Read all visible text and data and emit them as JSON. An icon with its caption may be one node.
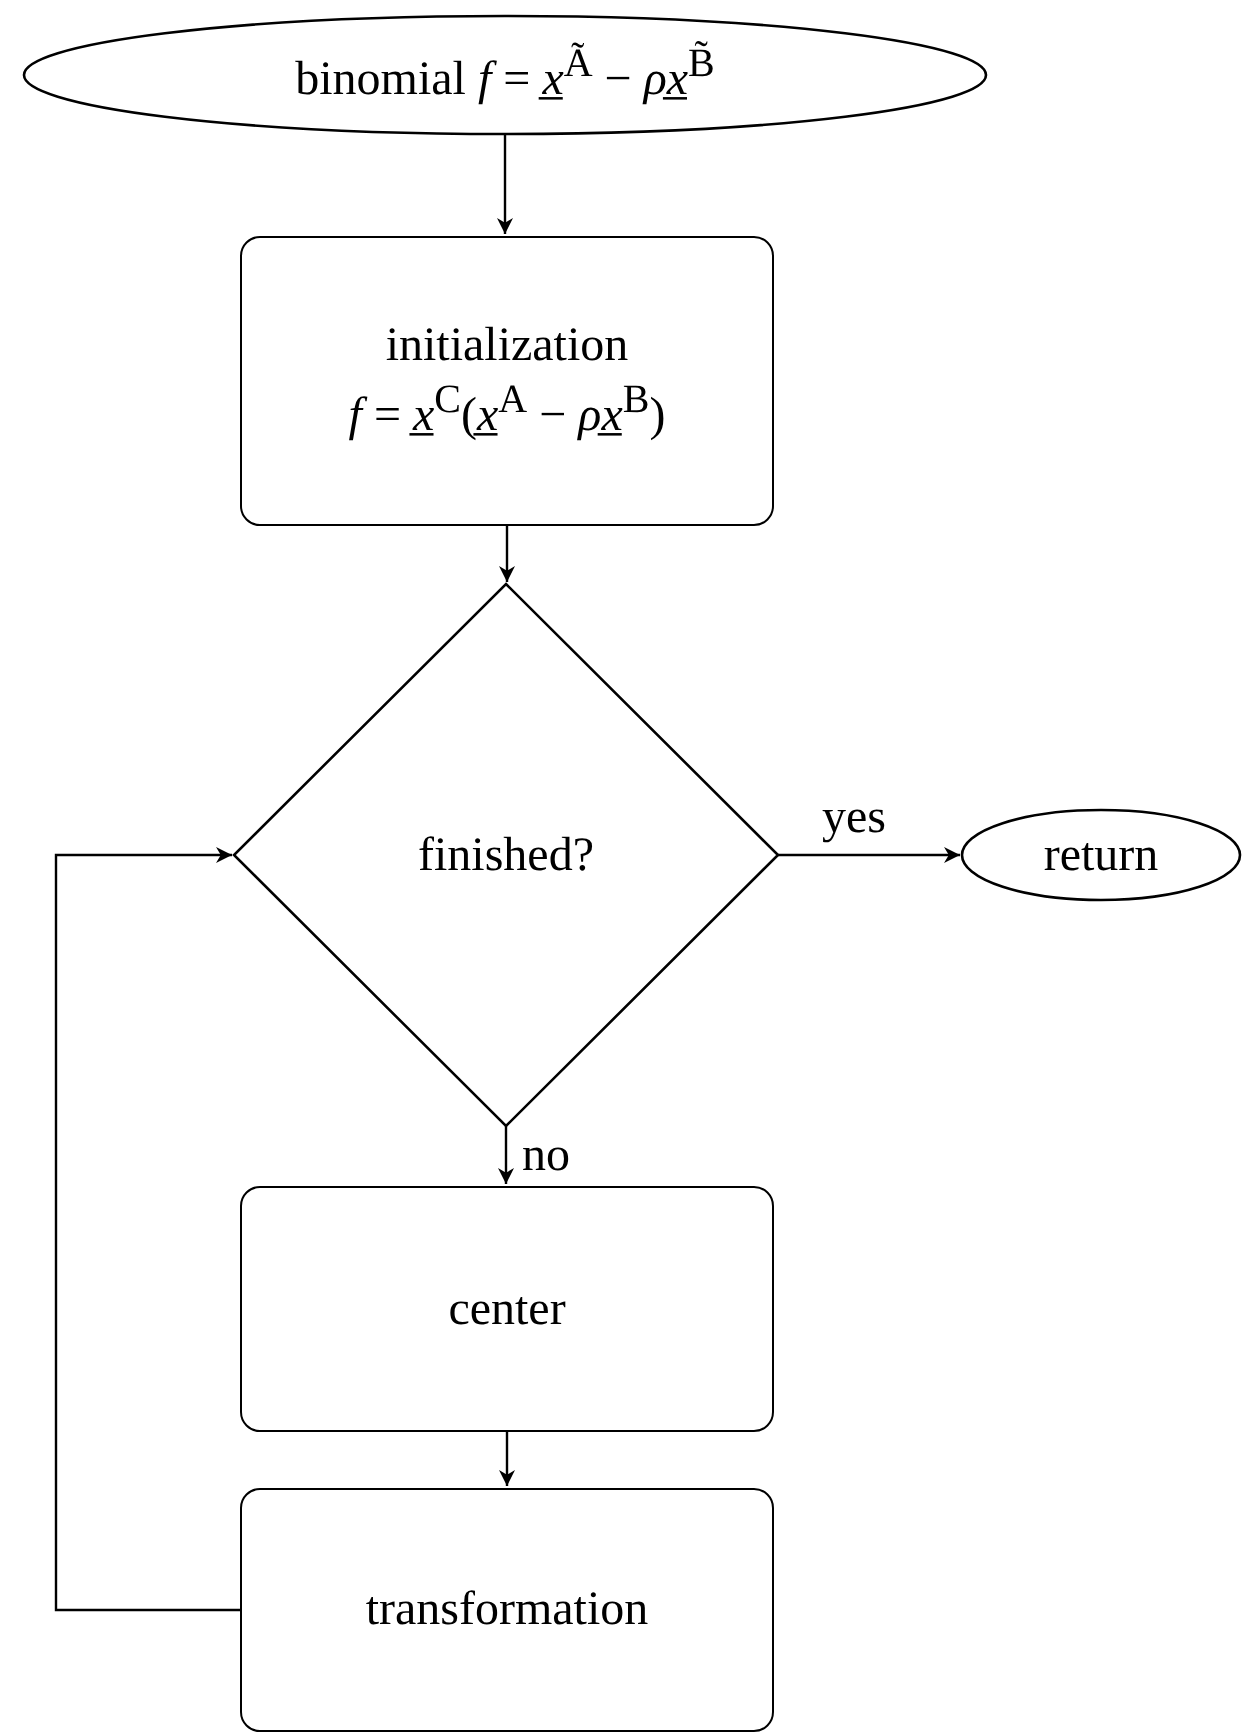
{
  "diagram": {
    "nodes": [
      {
        "text": [
          "binomial *f* = *x̲*$^{Ã}$ − *ρx̲*$^{B̃}$"
        ]
      },
      {
        "text": [
          "initialization",
          "*f* = *x̲*$^{C}$(*x̲*$^{A}$ − *ρx̲*$^{B}$)"
        ]
      },
      {
        "text": [
          "finished?"
        ]
      },
      {
        "text": [
          "return"
        ]
      },
      {
        "text": [
          "center"
        ]
      },
      {
        "text": [
          "transformation"
        ]
      }
    ],
    "edges": [
      {
        "from": 0,
        "to": 1,
        "arrow": "to"
      },
      {
        "from": 1,
        "to": 2,
        "arrow": "to"
      },
      {
        "from": 2,
        "to": 3,
        "arrow": "to",
        "label": "yes"
      },
      {
        "from": 2,
        "to": 4,
        "arrow": "to",
        "label": "no"
      },
      {
        "from": 4,
        "to": 5,
        "arrow": "to"
      },
      {
        "from": 5,
        "to": 2,
        "arrow": "to"
      }
    ]
  }
}
